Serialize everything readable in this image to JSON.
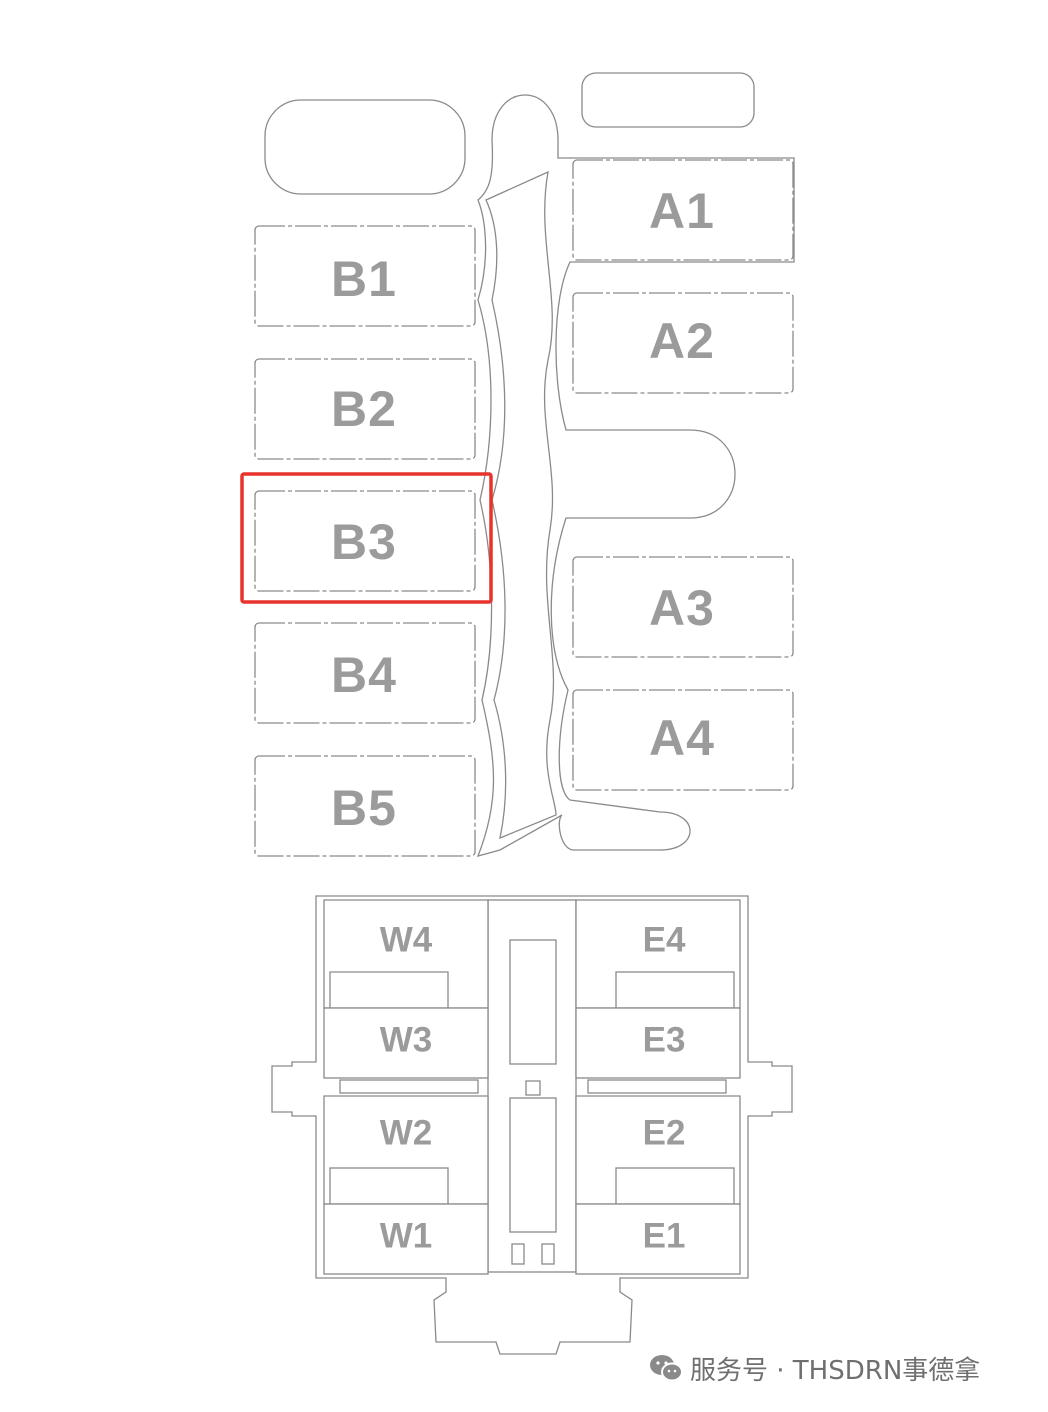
{
  "buildings": {
    "left": [
      "B1",
      "B2",
      "B3",
      "B4",
      "B5"
    ],
    "right": [
      "A1",
      "A2",
      "A3",
      "A4"
    ],
    "west": [
      "W4",
      "W3",
      "W2",
      "W1"
    ],
    "east": [
      "E4",
      "E3",
      "E2",
      "E1"
    ]
  },
  "highlighted": "B3",
  "highlight_color": "#e8332d",
  "watermark": {
    "icon": "wechat-icon",
    "text": "服务号 · THSDRN事德拿"
  }
}
